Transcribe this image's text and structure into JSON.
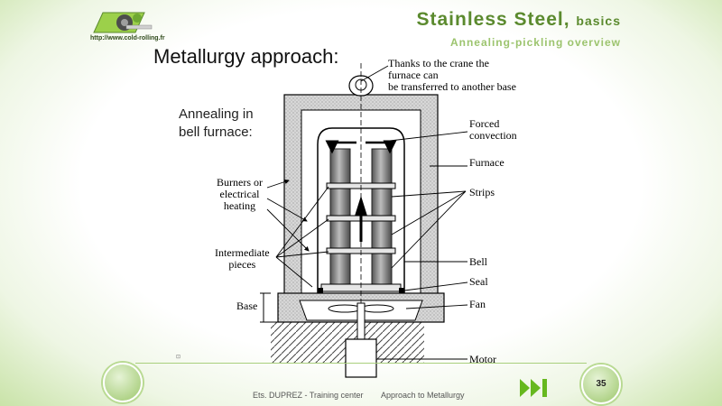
{
  "logo": {
    "url": "http://www.cold-rolling.fr"
  },
  "header": {
    "title_main": "Stainless Steel,",
    "title_small": "basics",
    "subtitle": "Annealing-pickling overview"
  },
  "heading": "Metallurgy approach:",
  "note_lines": [
    "Annealing in",
    "bell furnace:"
  ],
  "labels": {
    "crane_1": "Thanks to the crane the",
    "crane_2": "furnace can",
    "crane_3": "be transferred to another base",
    "forced_1": "Forced",
    "forced_2": "convection",
    "furnace": "Furnace",
    "strips": "Strips",
    "burners_1": "Burners or",
    "burners_2": "electrical",
    "burners_3": "heating",
    "inter_1": "Intermediate",
    "inter_2": "pieces",
    "bell": "Bell",
    "seal": "Seal",
    "base": "Base",
    "fan": "Fan",
    "motor": "Motor"
  },
  "footer": {
    "left": "Ets. DUPREZ - Training center",
    "right": "Approach to Metallurgy",
    "small_mark": "⊡"
  },
  "page_number": "35",
  "colors": {
    "accent": "#5b8a2e",
    "light_accent": "#9cc46e",
    "nav": "#66b81e"
  },
  "icons": {
    "next": "fast-forward-icon"
  }
}
